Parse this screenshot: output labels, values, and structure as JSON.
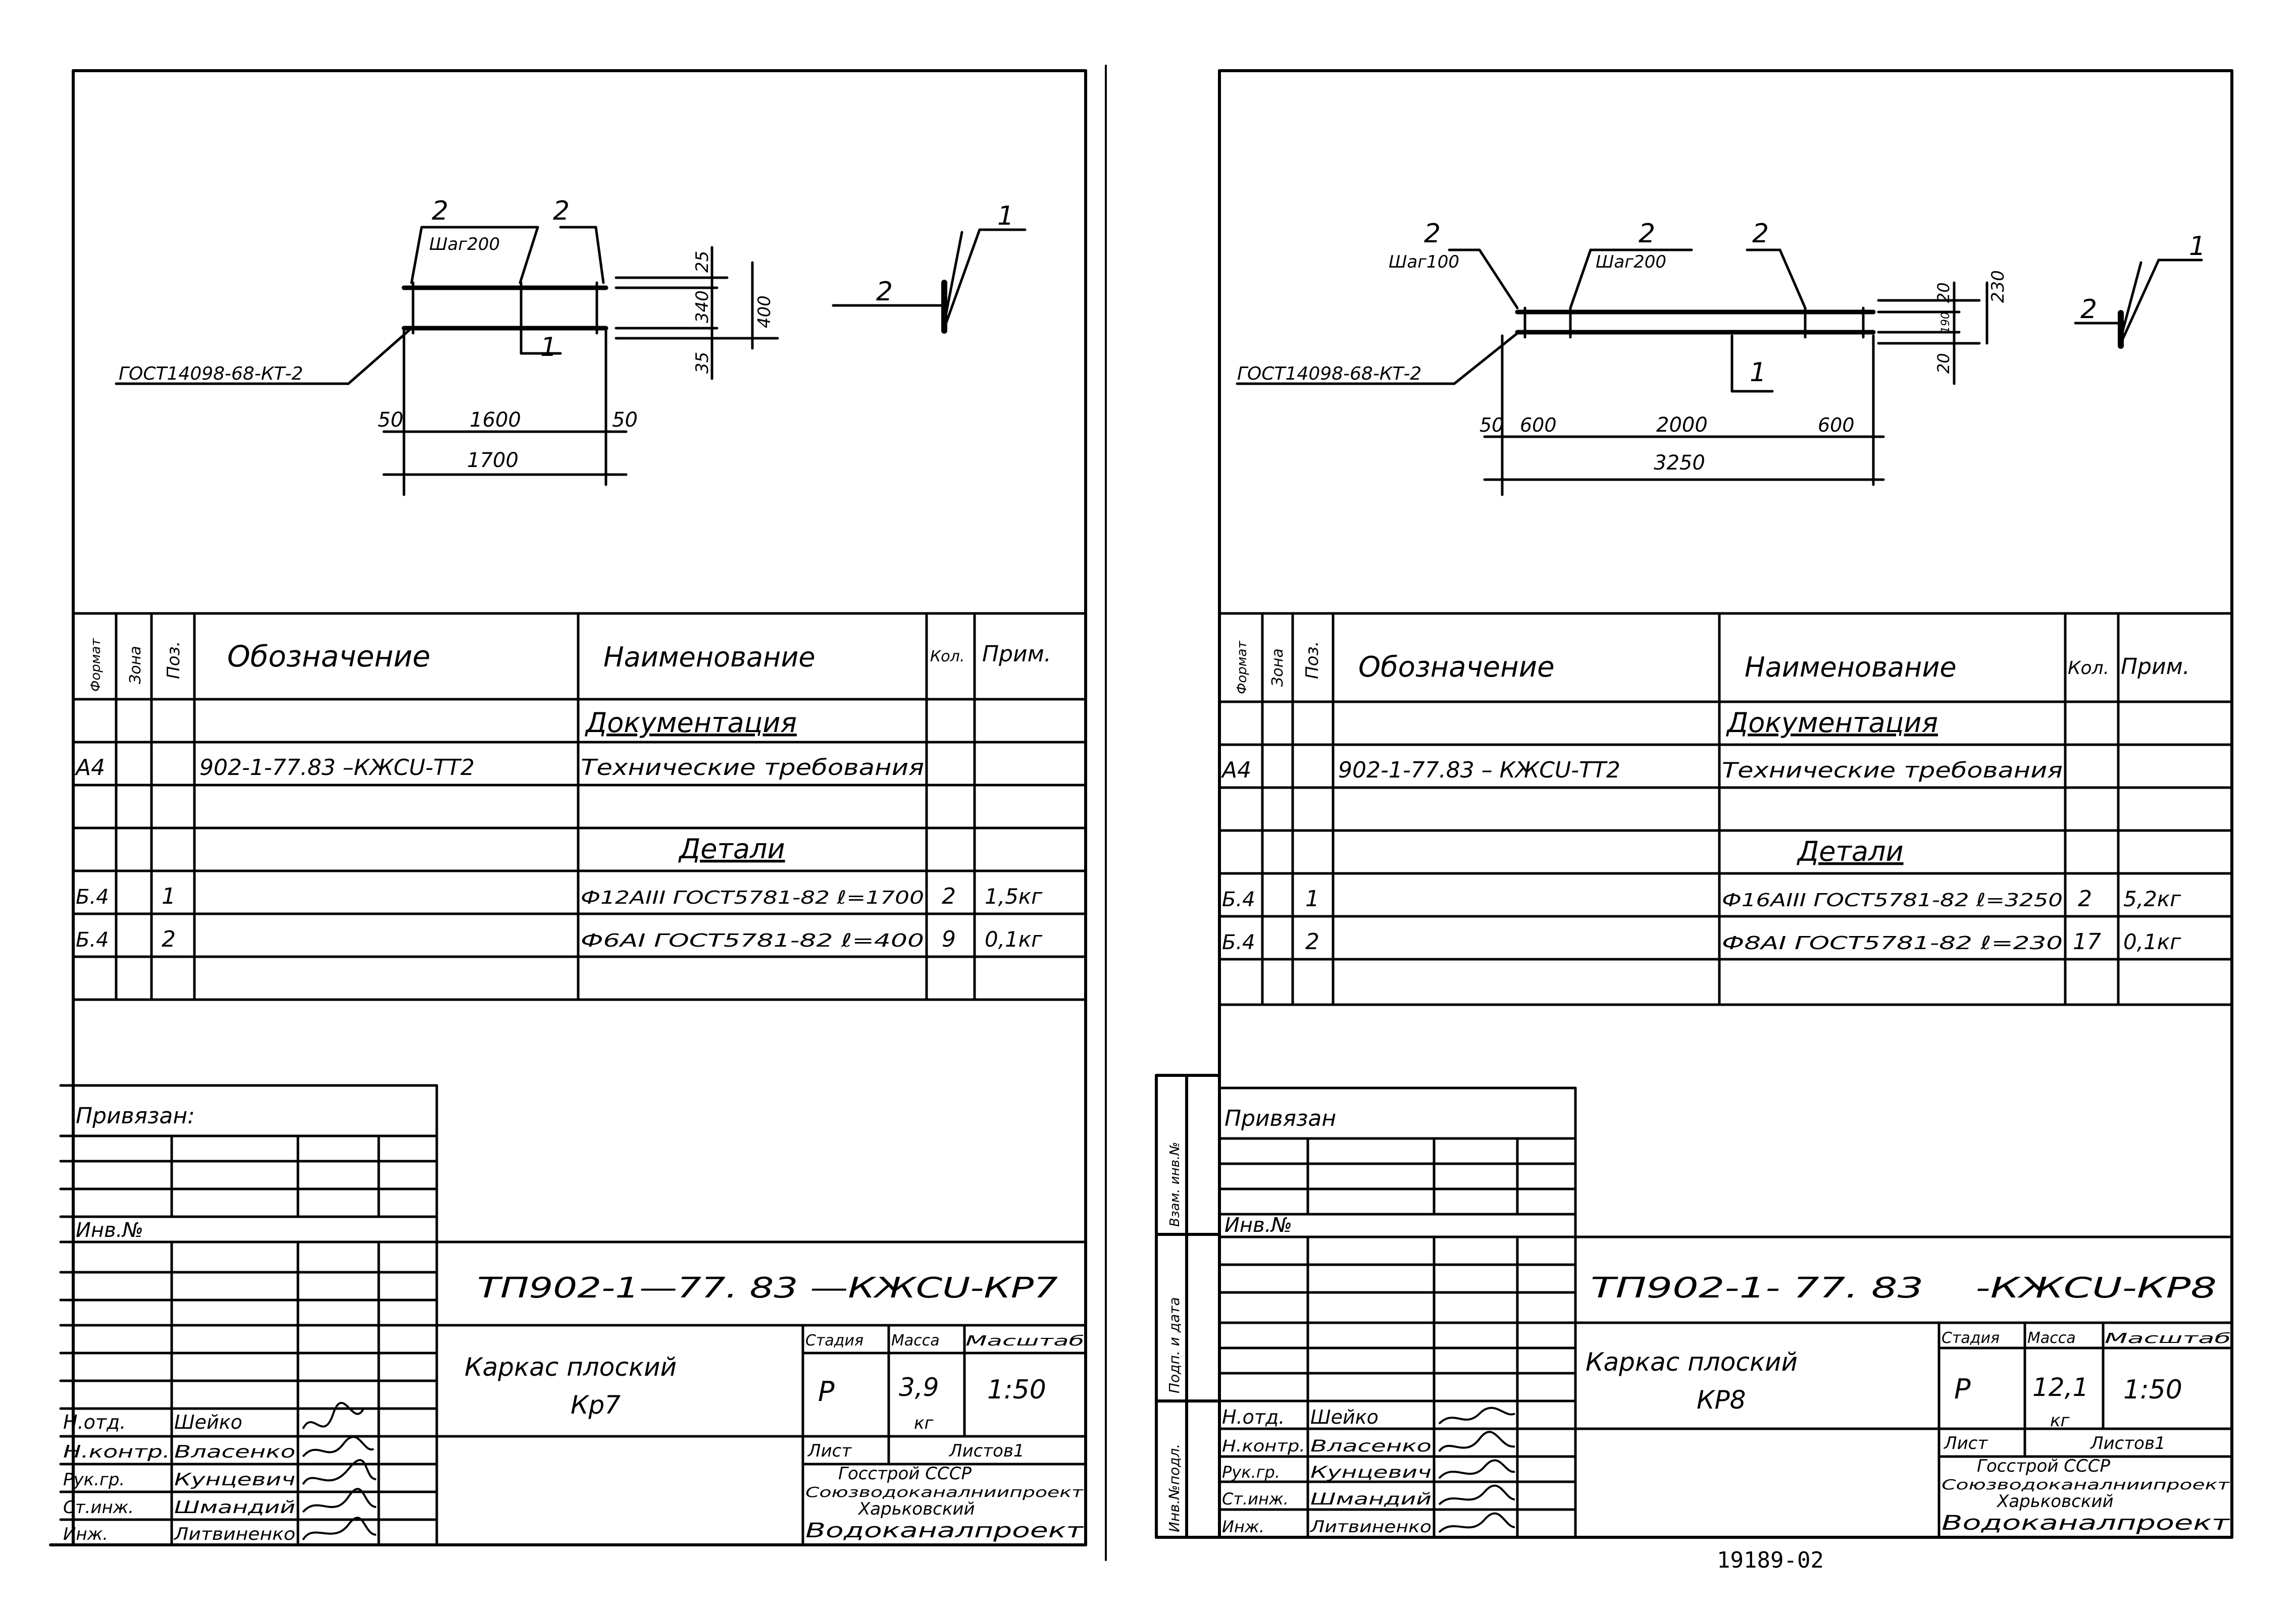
{
  "sheets": [
    {
      "detail": {
        "mark_2a": "2",
        "step_label": "Шаг200",
        "mark_2b": "2",
        "mark_1": "1",
        "gost_label": "ГОСТ14098-68-КТ-2",
        "dim_50_left": "50",
        "dim_1600": "1600",
        "dim_50_right": "50",
        "dim_1700": "1700",
        "dim_25": "25",
        "dim_340": "340",
        "dim_35": "35",
        "dim_400": "400",
        "section_mark_2": "2",
        "section_mark_1": "1"
      },
      "table": {
        "headers": {
          "format": "Формат",
          "zone": "Зона",
          "pos": "Поз.",
          "designation": "Обозначение",
          "name": "Наименование",
          "qty": "Кол.",
          "note": "Прим."
        },
        "section_docs": "Документация",
        "doc_row": {
          "format": "А4",
          "designation": "902-1-77.83 –КЖСU-ТТ2",
          "name": "Технические требования"
        },
        "section_parts": "Детали",
        "rows": [
          {
            "format": "Б.4",
            "pos": "1",
            "name": "Ф12АIII ГОСТ5781-82 ℓ=1700",
            "qty": "2",
            "note": "1,5кг"
          },
          {
            "format": "Б.4",
            "pos": "2",
            "name": "Ф6АI ГОСТ5781-82 ℓ=400",
            "qty": "9",
            "note": "0,1кг"
          }
        ]
      },
      "stamp": {
        "bound_label": "Привязан:",
        "inv_label": "Инв.№",
        "doc_code": "ТП902-1—77. 83 —КЖСU-КР7",
        "title_line1": "Каркас плоский",
        "title_line2": "Кр7",
        "stage_h": "Стадия",
        "mass_h": "Масса",
        "scale_h": "Масштаб",
        "stage": "Р",
        "mass": "3,9",
        "mass_unit": "кг",
        "scale": "1:50",
        "sheet_h": "Лист",
        "sheets_h": "Листов1",
        "org1": "Госстрой СССР",
        "org2": "Союзводоканалниипроект",
        "org3": "Харьковский",
        "org4": "Водоканалпроект",
        "people": [
          {
            "role": "Н.отд.",
            "name": "Шейко"
          },
          {
            "role": "Н.контр.",
            "name": "Власенко"
          },
          {
            "role": "Рук.гр.",
            "name": "Кунцевич"
          },
          {
            "role": "Ст.инж.",
            "name": "Шмандий"
          },
          {
            "role": "Инж.",
            "name": "Литвиненко"
          }
        ]
      }
    },
    {
      "detail": {
        "mark_2a": "2",
        "step_a": "Шаг100",
        "mark_2b": "2",
        "step_b": "Шаг200",
        "mark_2c": "2",
        "mark_1": "1",
        "gost_label": "ГОСТ14098-68-КТ-2",
        "dim_50": "50",
        "dim_600a": "600",
        "dim_2000": "2000",
        "dim_600b": "600",
        "dim_3250": "3250",
        "dim_20a": "20",
        "dim_190": "190",
        "dim_20b": "20",
        "dim_230": "230",
        "section_mark_2": "2",
        "section_mark_1": "1"
      },
      "table": {
        "headers": {
          "format": "Формат",
          "zone": "Зона",
          "pos": "Поз.",
          "designation": "Обозначение",
          "name": "Наименование",
          "qty": "Кол.",
          "note": "Прим."
        },
        "section_docs": "Документация",
        "doc_row": {
          "format": "А4",
          "designation": "902-1-77.83 – КЖСU-ТТ2",
          "name": "Технические требования"
        },
        "section_parts": "Детали",
        "rows": [
          {
            "format": "Б.4",
            "pos": "1",
            "name": "Ф16АIII ГОСТ5781-82 ℓ=3250",
            "qty": "2",
            "note": "5,2кг"
          },
          {
            "format": "Б.4",
            "pos": "2",
            "name": "Ф8АI ГОСТ5781-82 ℓ=230",
            "qty": "17",
            "note": "0,1кг"
          }
        ]
      },
      "side_labels": [
        "Взам. инв.№",
        "Подп. и дата",
        "Инв.№подл."
      ],
      "stamp": {
        "bound_label": "Привязан",
        "inv_label": "Инв.№",
        "doc_code": "ТП902-1- 77. 83    -КЖСU-КР8",
        "title_line1": "Каркас плоский",
        "title_line2": "КР8",
        "stage_h": "Стадия",
        "mass_h": "Масса",
        "scale_h": "Масштаб",
        "stage": "Р",
        "mass": "12,1",
        "mass_unit": "кг",
        "scale": "1:50",
        "sheet_h": "Лист",
        "sheets_h": "Листов1",
        "org1": "Госстрой СССР",
        "org2": "Союзводоканалниипроект",
        "org3": "Харьковский",
        "org4": "Водоканалпроект",
        "people": [
          {
            "role": "Н.отд.",
            "name": "Шейко"
          },
          {
            "role": "Н.контр.",
            "name": "Власенко"
          },
          {
            "role": "Рук.гр.",
            "name": "Кунцевич"
          },
          {
            "role": "Ст.инж.",
            "name": "Шмандий"
          },
          {
            "role": "Инж.",
            "name": "Литвиненко"
          }
        ]
      }
    }
  ],
  "footer_number": "19189-02"
}
